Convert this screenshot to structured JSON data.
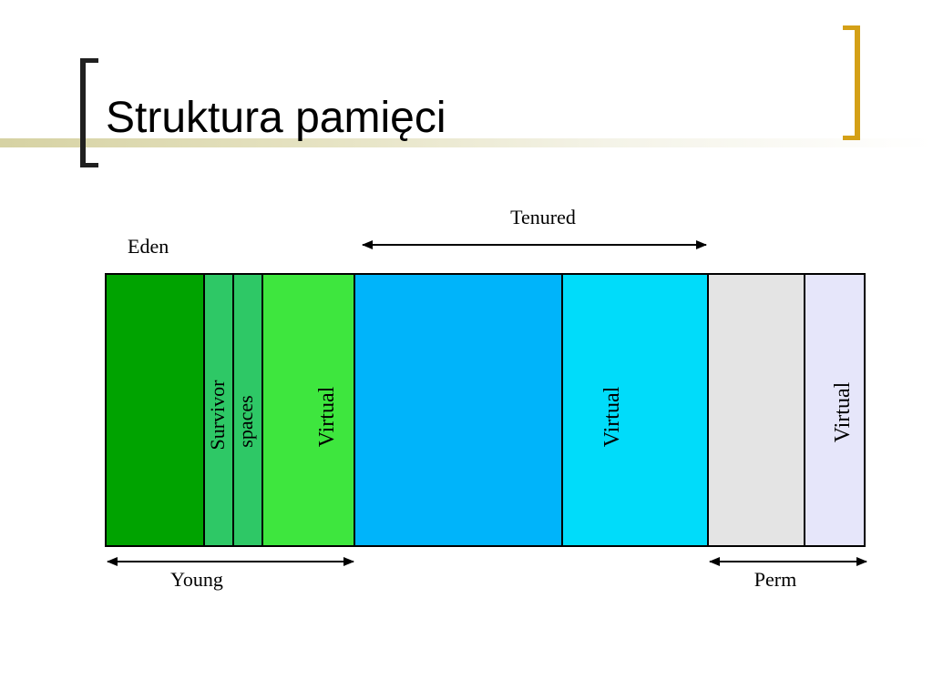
{
  "slide": {
    "title": "Struktura pamięci"
  },
  "diagram": {
    "labels": {
      "eden": "Eden",
      "tenured": "Tenured",
      "young": "Young",
      "perm": "Perm",
      "survivor_line1": "Survivor",
      "survivor_line2": "spaces",
      "virtual_young": "Virtual",
      "virtual_tenured": "Virtual",
      "virtual_perm": "Virtual"
    },
    "colors": {
      "eden": "#00a300",
      "survivor": "#2ec866",
      "virtual_young": "#3ee63e",
      "tenured": "#00b4fa",
      "virtual_tenured": "#00dcfa",
      "perm": "#e4e4e4",
      "virtual_perm": "#e6e6fa",
      "bracket_left": "#202020",
      "bracket_right": "#d4a017",
      "title_bar": "#d6d2a3"
    }
  }
}
